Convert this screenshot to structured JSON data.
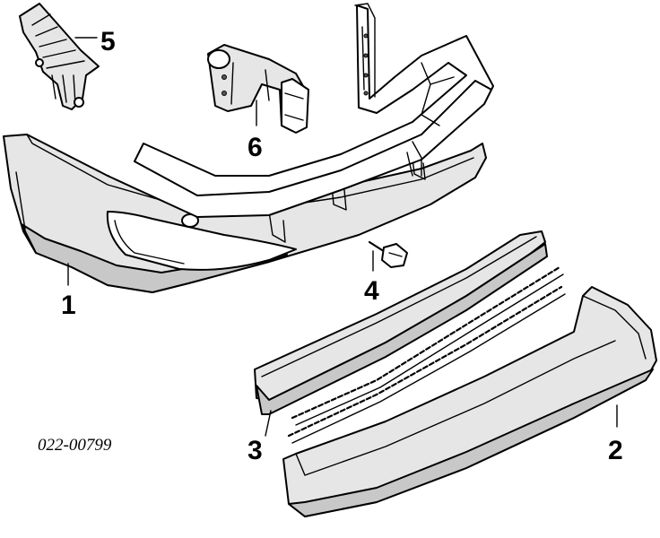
{
  "diagram": {
    "callouts": [
      {
        "id": "1",
        "label": "1"
      },
      {
        "id": "2",
        "label": "2"
      },
      {
        "id": "3",
        "label": "3"
      },
      {
        "id": "4",
        "label": "4"
      },
      {
        "id": "5",
        "label": "5"
      },
      {
        "id": "6",
        "label": "6"
      }
    ],
    "diagram_code": "022-00799"
  }
}
